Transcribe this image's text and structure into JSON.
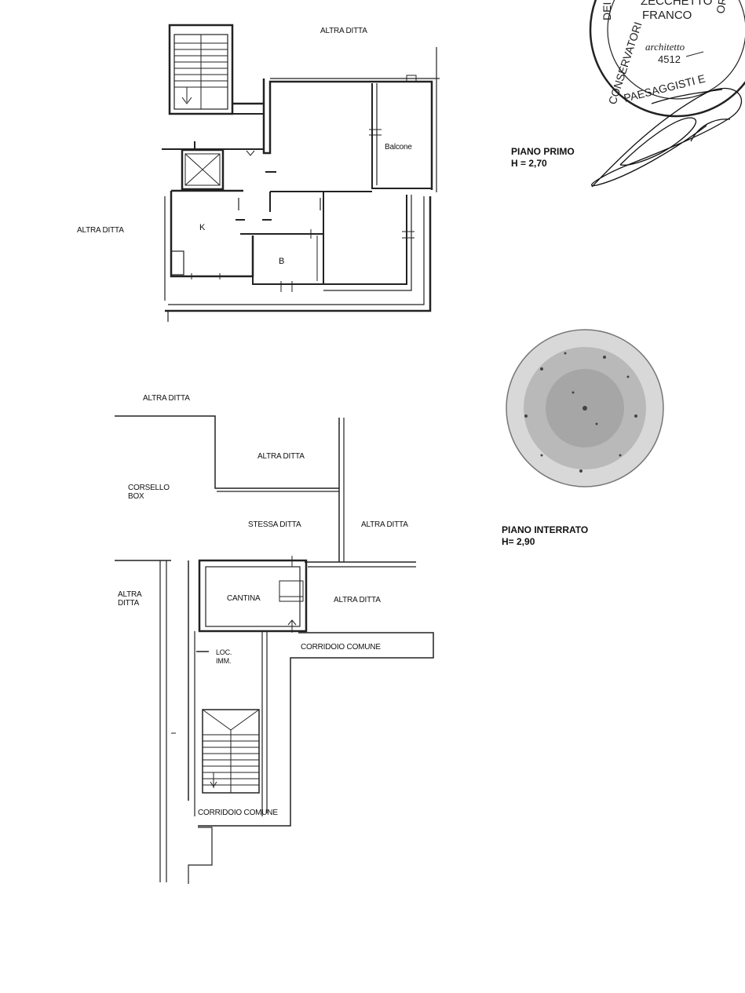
{
  "first_floor": {
    "title": "PIANO PRIMO",
    "height": "H = 2,70",
    "labels": {
      "altra_ditta_top": "ALTRA DITTA",
      "altra_ditta_left": "ALTRA DITTA",
      "balcone": "Balcone",
      "kitchen": "K",
      "bath": "B"
    }
  },
  "basement": {
    "title": "PIANO INTERRATO",
    "height": "H= 2,90",
    "labels": {
      "altra_ditta_top": "ALTRA DITTA",
      "altra_ditta_mid": "ALTRA DITTA",
      "corsello_box": "CORSELLO\nBOX",
      "stessa_ditta": "STESSA DITTA",
      "altra_ditta_right": "ALTRA DITTA",
      "altra_ditta_left": "ALTRA\nDITTA",
      "cantina": "CANTINA",
      "altra_ditta_cantina": "ALTRA DITTA",
      "corridoio_comune_right": "CORRIDOIO COMUNE",
      "loc_imm": "LOC.\nIMM.",
      "corridoio_comune_bottom": "CORRIDOIO COMUNE"
    }
  },
  "architect_stamp": {
    "surname": "ZECCHETTO",
    "name": "FRANCO",
    "title": "architetto",
    "number": "4512",
    "arc_left": "CONSERVATORI",
    "arc_left2": "DEI",
    "arc_bottom": "PAESAGGISTI E",
    "arc_right": "ORDINE"
  }
}
